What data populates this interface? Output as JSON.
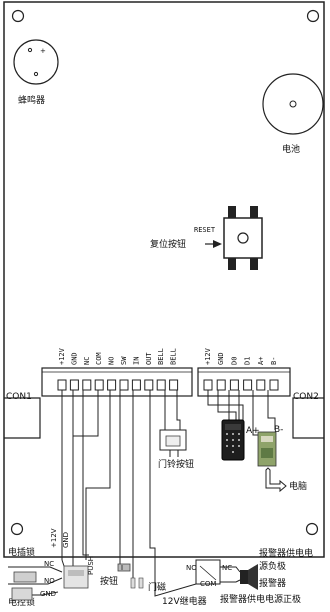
{
  "components": {
    "buzzer_label": "蜂鸣器",
    "buzzer_plus": "+",
    "battery_label": "电池",
    "reset_tag": "RESET",
    "reset_label": "复位按钮"
  },
  "connectors": {
    "con1": {
      "label": "CON1",
      "pins": [
        "+12V",
        "GND",
        "NC",
        "COM",
        "NO",
        "SW",
        "IN",
        "OUT",
        "BELL",
        "BELL"
      ]
    },
    "con2": {
      "label": "CON2",
      "pins": [
        "+12V",
        "GND",
        "D0",
        "D1",
        "A+",
        "B-"
      ]
    }
  },
  "peripherals": {
    "doorbell_button": "门铃按钮",
    "rs485_a": "A+",
    "rs485_b": "B-",
    "computer": "电脑",
    "button": "按钮",
    "door_magnet": "门磁",
    "relay_12v": "12V继电器",
    "relay_no": "NO",
    "relay_nc": "NC",
    "relay_com": "COM"
  },
  "locks": {
    "elec_strike": "电插锁",
    "elec_control": "电控锁",
    "nc": "NC",
    "no": "NO",
    "gnd": "GND",
    "p12v": "+12V",
    "gnd_v": "GND",
    "push": "PUSH"
  },
  "alarm": {
    "supply_neg_1": "报警器供电电",
    "supply_neg_2": "源负极",
    "alarm": "报警器",
    "supply_pos": "报警器供电电源正极"
  }
}
